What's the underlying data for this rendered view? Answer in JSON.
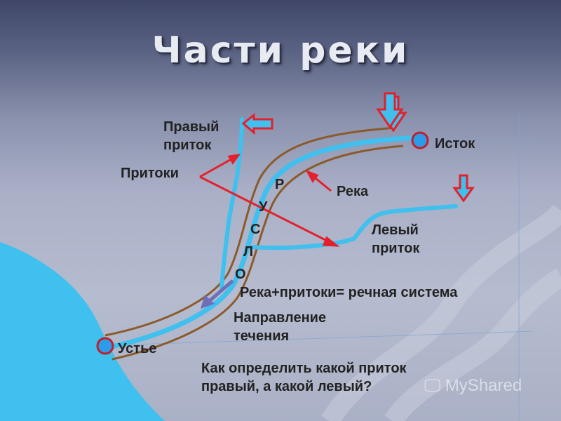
{
  "title": "Части реки",
  "labels": {
    "right_tributary": "Правый приток",
    "tributaries": "Притоки",
    "source": "Исток",
    "river": "Река",
    "left_tributary": "Левый приток",
    "riverbed_letters": [
      "Р",
      "У",
      "С",
      "Л",
      "О"
    ],
    "river_system": "Река+притоки= речная система",
    "flow_direction": "Направление течения",
    "mouth": "Устье",
    "question": "Как определить какой приток правый, а какой левый?",
    "watermark": "MyShared"
  },
  "colors": {
    "water": "#3fc0ee",
    "bank": "#8b5a2b",
    "pointer": "#e4202c",
    "flow_arrow": "#6f6fb8",
    "point_marker": "#2b9bea"
  }
}
